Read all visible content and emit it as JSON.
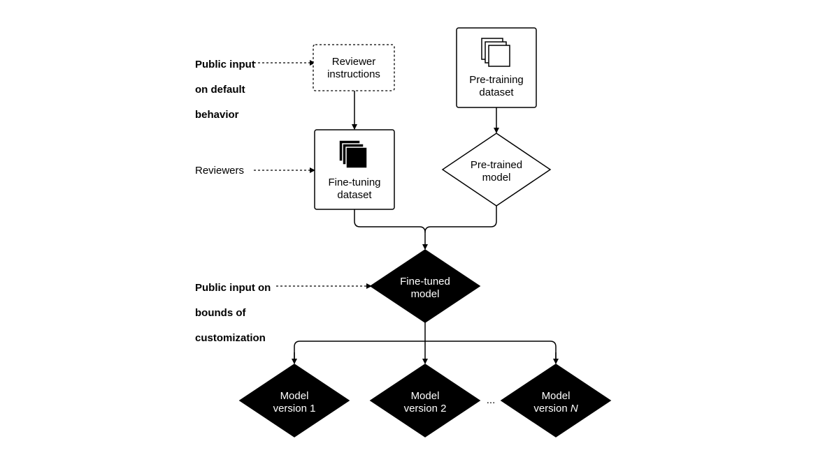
{
  "colors": {
    "background": "#ffffff",
    "stroke": "#000000",
    "filled_node": "#000000",
    "filled_text": "#ffffff"
  },
  "side_labels": {
    "public_input_default_line1": "Public input",
    "public_input_default_line2": "on default",
    "public_input_default_line3": "behavior",
    "reviewers": "Reviewers",
    "public_input_bounds_line1": "Public input on",
    "public_input_bounds_line2": "bounds of",
    "public_input_bounds_line3": "customization"
  },
  "nodes": {
    "reviewer_instructions": {
      "line1": "Reviewer",
      "line2": "instructions",
      "style": "dashed-box"
    },
    "pretraining_dataset": {
      "line1": "Pre-training",
      "line2": "dataset",
      "icon": "stacked-documents-outline-icon",
      "style": "box"
    },
    "finetuning_dataset": {
      "line1": "Fine-tuning",
      "line2": "dataset",
      "icon": "stacked-documents-filled-icon",
      "style": "box"
    },
    "pretrained_model": {
      "line1": "Pre-trained",
      "line2": "model",
      "style": "outline-diamond"
    },
    "finetuned_model": {
      "line1": "Fine-tuned",
      "line2": "model",
      "style": "filled-diamond"
    },
    "model_version_1": {
      "line1": "Model",
      "line2": "version 1",
      "style": "filled-diamond"
    },
    "model_version_2": {
      "line1": "Model",
      "line2": "version 2",
      "style": "filled-diamond"
    },
    "model_version_n": {
      "line1": "Model",
      "line2_prefix": "version ",
      "line2_var": "N",
      "style": "filled-diamond"
    }
  },
  "ellipsis": "..."
}
